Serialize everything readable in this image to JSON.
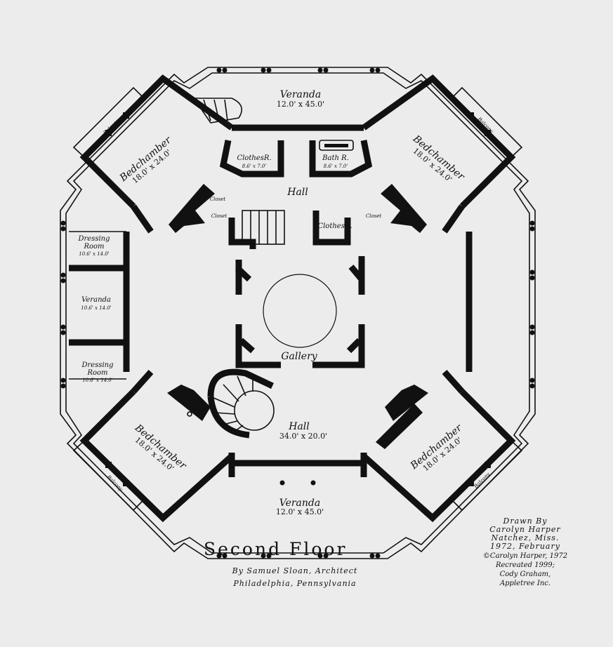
{
  "rooms": {
    "veranda_top": {
      "name": "Veranda",
      "dims": "12.0' x 45.0'"
    },
    "veranda_bottom": {
      "name": "Veranda",
      "dims": "12.0' x 45.0'"
    },
    "veranda_left": {
      "name": "Veranda",
      "dims": "10.6' x 14.0'"
    },
    "bed_nw": {
      "name": "Bedchamber",
      "dims": "18.0' x 24.0'"
    },
    "bed_ne": {
      "name": "Bedchamber",
      "dims": "18.0' x 24.0'"
    },
    "bed_sw": {
      "name": "Bedchamber",
      "dims": "18.0' x 24.0'"
    },
    "bed_se": {
      "name": "Bedchamber",
      "dims": "18.0' x 24.0'"
    },
    "clothes_top": {
      "name": "ClothesR.",
      "dims": "8.6' x 7.0'"
    },
    "bath": {
      "name": "Bath R.",
      "dims": "8.6' x 7.0'"
    },
    "clothes_right": {
      "name": "ClothesR."
    },
    "hall_upper": {
      "name": "Hall"
    },
    "hall_lower": {
      "name": "Hall",
      "dims": "34.0' x 20.0'"
    },
    "gallery": {
      "name": "Gallery"
    },
    "dressing_upper": {
      "line1": "Dressing",
      "line2": "Room",
      "dims": "10.6' x 14.0'"
    },
    "dressing_lower": {
      "line1": "Dressing",
      "line2": "Room",
      "dims": "10.6' x 14.0'"
    },
    "closet_1": "Closet",
    "closet_2": "Closet",
    "closet_3": "Closet",
    "balcony_nw": "Balcony",
    "balcony_ne": "Balcony",
    "balcony_sw": "Balcony",
    "balcony_se": "Balcony"
  },
  "caption": {
    "title": "Second Floor",
    "architect": "By  Samuel Sloan, Architect",
    "place": "Philadelphia, Pennsylvania"
  },
  "credit": {
    "line1": "Drawn By",
    "line2": "Carolyn Harper",
    "line3": "Natchez, Miss.",
    "line4": "1972, February",
    "line5": "©Carolyn Harper, 1972",
    "line6": "Recreated 1999;",
    "line7": "Cody Graham,",
    "line8": "Appletree Inc."
  }
}
